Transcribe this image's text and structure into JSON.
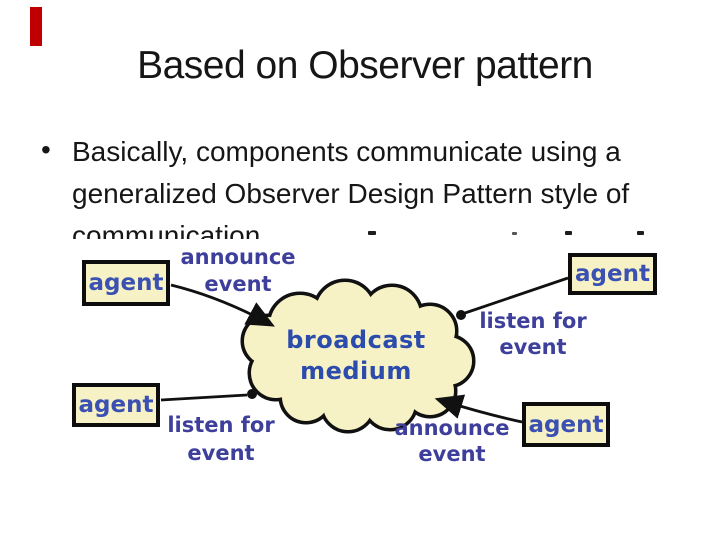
{
  "slide": {
    "title": "Based on Observer pattern",
    "bullet_char": "•",
    "bullet_lines": [
      "Basically, components communicate using a",
      "generalized Observer Design Pattern style of",
      "communication."
    ]
  },
  "diagram": {
    "agents": [
      "agent",
      "agent",
      "agent",
      "agent"
    ],
    "labels": {
      "top_left": [
        "announce",
        "event"
      ],
      "bottom_left": [
        "listen for",
        "event"
      ],
      "top_right": [
        "listen for",
        "event"
      ],
      "bottom_right": [
        "announce",
        "event"
      ]
    },
    "cloud": [
      "broadcast",
      "medium"
    ]
  },
  "colors": {
    "accent_red": "#c00000",
    "text_color": "#161616",
    "box_fill": "#f7f2c6",
    "box_border": "#0d0d0d",
    "agent_blue": "#3a50b2",
    "label_blue": "#3d3f9b",
    "cloud_text_blue": "#2b4bad",
    "connector_black": "#111111"
  }
}
